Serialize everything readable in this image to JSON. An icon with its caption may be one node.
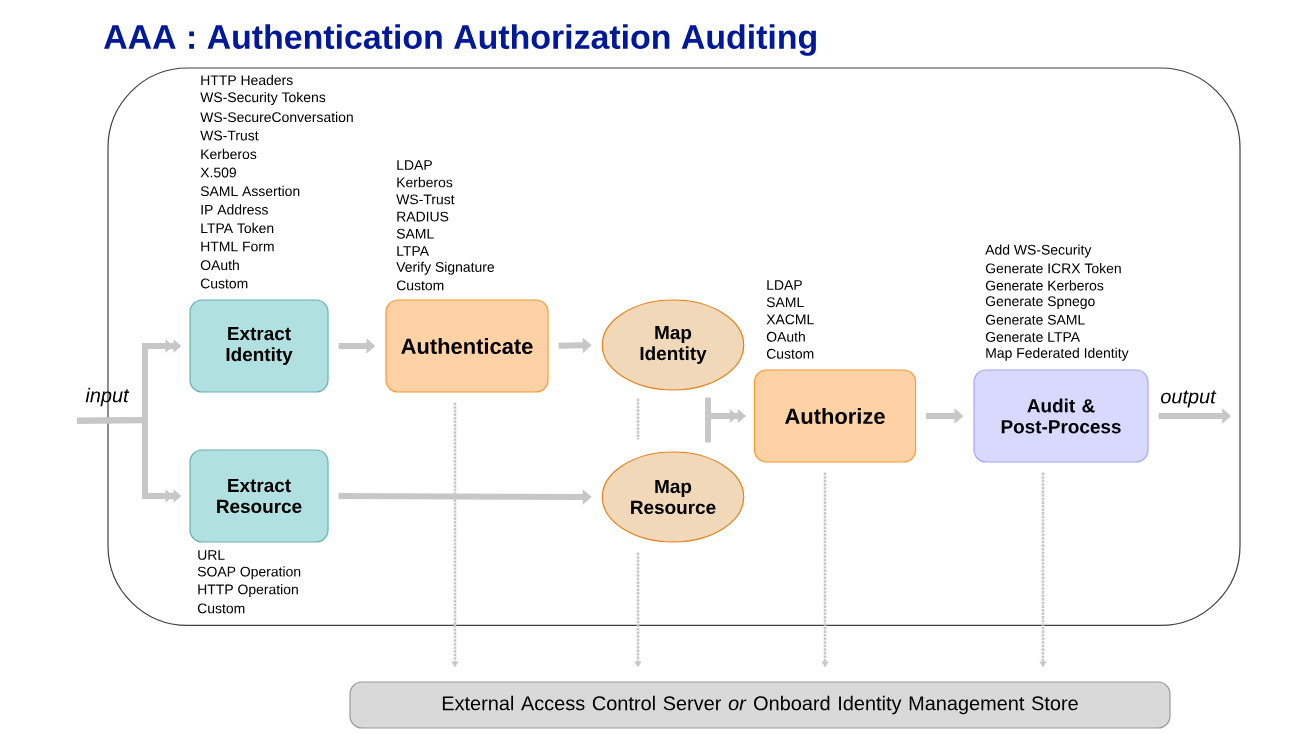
{
  "diagram": {
    "title": "AAA : Authentication Authorization Auditing",
    "nodes": [
      {
        "text": [],
        "shape": "box"
      },
      {
        "text": [
          "input"
        ]
      },
      {
        "text": [
          "Extract Identity"
        ],
        "in": 0,
        "beside": [
          "HTTP Headers",
          "WS-Security Tokens",
          "WS-SecureConversation",
          "WS-Trust",
          "Kerberos",
          "X.509",
          "SAML Assertion",
          "IP Address",
          "LTPA Token",
          "HTML Form",
          "OAuth",
          "Custom"
        ]
      },
      {
        "text": [
          "Extract Resource"
        ],
        "in": 0,
        "beside": [
          "URL",
          "SOAP Operation",
          "HTTP Operation",
          "Custom"
        ]
      },
      {
        "text": [
          "Authenticate"
        ],
        "in": 0,
        "beside": [
          "LDAP",
          "Kerberos",
          "WS-Trust",
          "RADIUS",
          "SAML",
          "LTPA",
          "Verify Signature",
          "Custom"
        ]
      },
      {
        "text": [
          "Map Identity"
        ],
        "in": 0
      },
      {
        "text": [
          "Map Resource"
        ],
        "in": 0
      },
      {
        "text": [
          "Authorize"
        ],
        "in": 0,
        "beside": [
          "LDAP",
          "SAML",
          "XACML",
          "OAuth",
          "Custom"
        ]
      },
      {
        "text": [
          "Audit & Post-Process"
        ],
        "in": 0,
        "beside": [
          "Add WS-Security",
          "Generate ICRX Token",
          "Generate Kerberos",
          "Generate Spnego",
          "Generate SAML",
          "Generate LTPA",
          "Map Federated Identity"
        ]
      },
      {
        "text": [
          "output"
        ],
        "in": 0
      },
      {
        "text": [
          "External Access Control Server *or* Onboard Identity Management Store"
        ]
      }
    ],
    "edges": [
      {
        "from": 1,
        "to": 2,
        "arrow": "to"
      },
      {
        "from": 1,
        "to": 3,
        "arrow": "to"
      },
      {
        "from": 2,
        "to": 4,
        "arrow": "to"
      },
      {
        "from": 4,
        "to": 5,
        "arrow": "to"
      },
      {
        "from": 3,
        "to": 6,
        "arrow": "to"
      },
      {
        "from": 5,
        "to": 6,
        "arrow": "none",
        "style": "dashed"
      },
      {
        "from": 5,
        "to": 7,
        "arrow": "to"
      },
      {
        "from": 6,
        "to": 7,
        "arrow": "to"
      },
      {
        "from": 7,
        "to": 8,
        "arrow": "to"
      },
      {
        "from": 8,
        "to": 9,
        "arrow": "to"
      },
      {
        "from": 4,
        "to": 10,
        "arrow": "to",
        "style": "dashed"
      },
      {
        "from": 6,
        "to": 10,
        "arrow": "to",
        "style": "dashed"
      },
      {
        "from": 7,
        "to": 10,
        "arrow": "to",
        "style": "dashed"
      },
      {
        "from": 8,
        "to": 10,
        "arrow": "to",
        "style": "dashed"
      }
    ]
  }
}
